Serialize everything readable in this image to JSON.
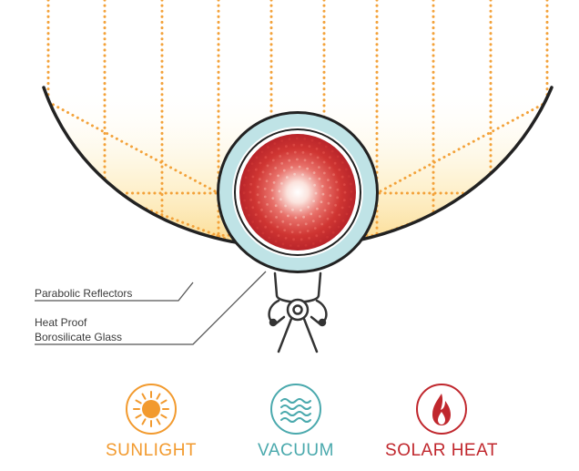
{
  "callouts": {
    "reflector": "Parabolic Reflectors",
    "glass_line1": "Heat Proof",
    "glass_line2": "Borosilicate Glass"
  },
  "legend": [
    {
      "label": "SUNLIGHT",
      "icon": "sun-icon",
      "color": "#f29a2e"
    },
    {
      "label": "VACUUM",
      "icon": "waves-icon",
      "color": "#4aa9ad"
    },
    {
      "label": "SOLAR HEAT",
      "icon": "flame-icon",
      "color": "#c0272d"
    }
  ],
  "colors": {
    "ray": "#f3a23a",
    "glass": "#bfe3e6",
    "absorber": "#c72a2c",
    "reflector_line": "#222222",
    "glow": "#fde4a5"
  }
}
